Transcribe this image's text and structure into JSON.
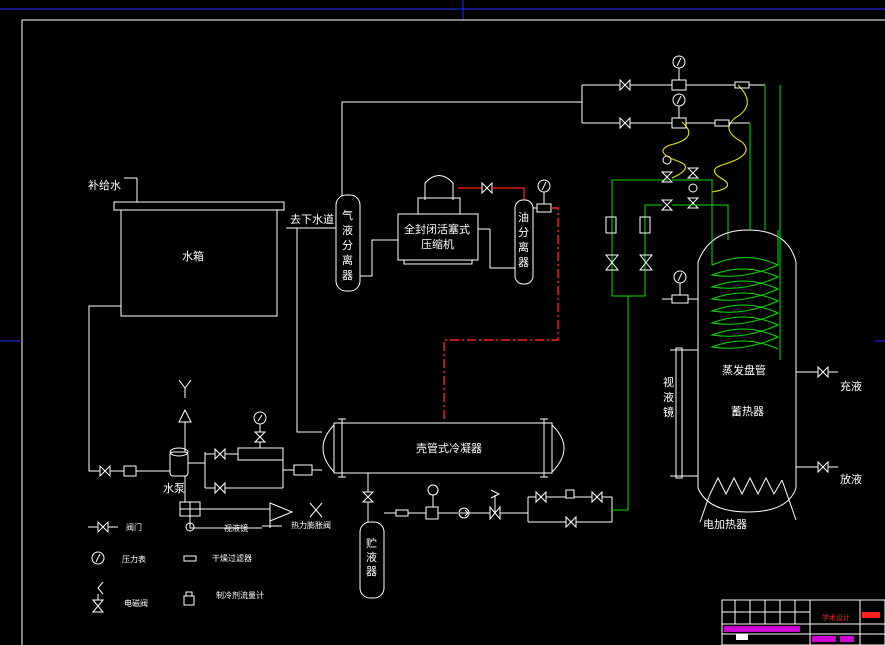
{
  "labels": {
    "makeup_water": "补给水",
    "water_tank": "水箱",
    "to_drain": "去下水道",
    "gas_liquid_separator": [
      "气",
      "液",
      "分",
      "离",
      "器"
    ],
    "compressor": [
      "全封闭活塞式",
      "压缩机"
    ],
    "oil_separator": [
      "油",
      "分",
      "离",
      "器"
    ],
    "condenser": "壳管式冷凝器",
    "water_pump": "水泵",
    "receiver": [
      "贮",
      "液",
      "器"
    ],
    "sight_glass": [
      "视",
      "液",
      "镜"
    ],
    "evaporator_coil": "蒸发盘管",
    "heat_storage": "蓄热器",
    "fill_liquid": "充液",
    "drain_liquid": "放液",
    "electric_heater": "电加热器"
  },
  "legend": {
    "valve": "阀门",
    "pressure_gauge": "压力表",
    "solenoid_valve": "电磁阀",
    "sight_glass": "视液镜",
    "dry_filter": "干燥过滤器",
    "refrigerant_meter": "制冷剂流量计",
    "thermal_expansion_valve": "热力膨胀阀"
  },
  "title_block": {
    "title": "学术设计"
  },
  "colors": {
    "background": "#000000",
    "line": "#ffffff",
    "liquid_line": "#00e000",
    "discharge_line": "#ff2020",
    "capillary": "#e8e800",
    "frame": "#2030ff"
  }
}
